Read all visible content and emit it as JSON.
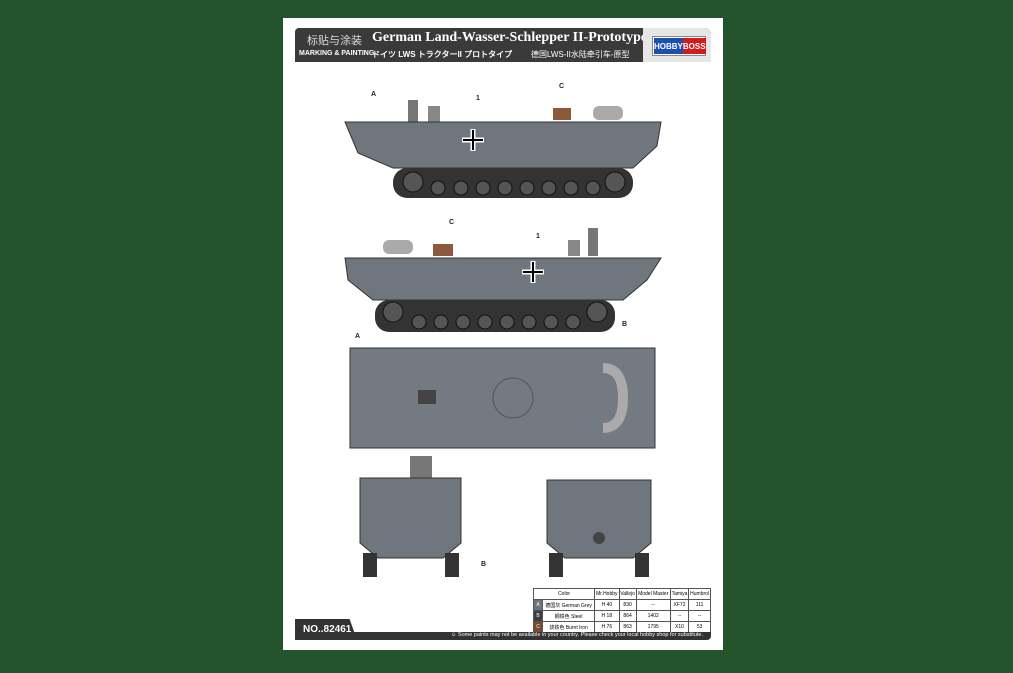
{
  "header": {
    "title_cn": "标贴与涂装",
    "title_en": "MARKING & PAINTING",
    "title": "German Land-Wasser-Schlepper II-Prototype",
    "subtitle_jp": "ドイツ LWS トラクターII プロトタイプ",
    "subtitle_cn": "德国LWS-II水陆牵引车-原型"
  },
  "logo": {
    "part1": "HOBBY",
    "part2": "BOSS"
  },
  "callouts": {
    "a": "A",
    "b": "B",
    "c": "C",
    "one": "1"
  },
  "paint_table": {
    "headers": [
      "Color",
      "Mr.Hobby",
      "Vallejo",
      "Model Master",
      "Tamiya",
      "Humbrol"
    ],
    "rows": [
      {
        "key": "A",
        "color_cn": "德国灰",
        "color": "German Grey",
        "mrhobby": "H 40",
        "vallejo": "830",
        "modelmaster": "--",
        "tamiya": "XF72",
        "humbrol": "111",
        "swatch": "#6a7580"
      },
      {
        "key": "B",
        "color_cn": "钢铁色",
        "color": "Steel",
        "mrhobby": "H 18",
        "vallejo": "864",
        "modelmaster": "1402",
        "tamiya": "--",
        "humbrol": "--",
        "swatch": "#3b3d40"
      },
      {
        "key": "C",
        "color_cn": "烧铁色",
        "color": "Burnt Iron",
        "mrhobby": "H 76",
        "vallejo": "863",
        "modelmaster": "1795",
        "tamiya": "X10",
        "humbrol": "53",
        "swatch": "#7a4a2a"
      }
    ]
  },
  "product_number": "NO..82461",
  "footnote": "☺ Some paints may not be available in your country. Please check your local hobby shop for substitute."
}
